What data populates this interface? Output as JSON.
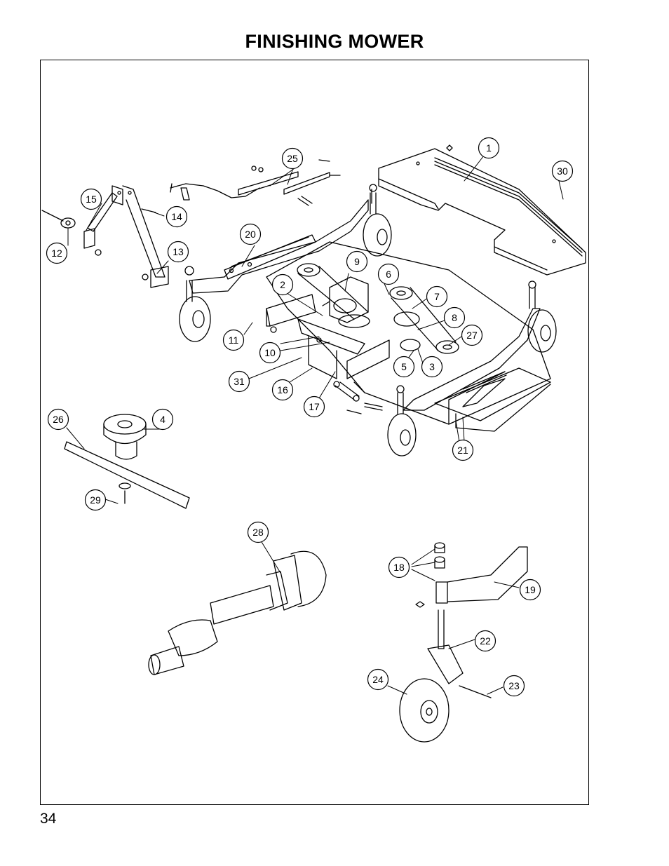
{
  "page": {
    "title": "FINISHING MOWER",
    "page_number": "34"
  },
  "callouts": [
    {
      "label": "1"
    },
    {
      "label": "2"
    },
    {
      "label": "3"
    },
    {
      "label": "4"
    },
    {
      "label": "5"
    },
    {
      "label": "6"
    },
    {
      "label": "7"
    },
    {
      "label": "8"
    },
    {
      "label": "9"
    },
    {
      "label": "10"
    },
    {
      "label": "11"
    },
    {
      "label": "12"
    },
    {
      "label": "13"
    },
    {
      "label": "14"
    },
    {
      "label": "15"
    },
    {
      "label": "16"
    },
    {
      "label": "17"
    },
    {
      "label": "18"
    },
    {
      "label": "19"
    },
    {
      "label": "20"
    },
    {
      "label": "21"
    },
    {
      "label": "22"
    },
    {
      "label": "23"
    },
    {
      "label": "24"
    },
    {
      "label": "25"
    },
    {
      "label": "26"
    },
    {
      "label": "27"
    },
    {
      "label": "28"
    },
    {
      "label": "29"
    },
    {
      "label": "30"
    },
    {
      "label": "31"
    }
  ]
}
